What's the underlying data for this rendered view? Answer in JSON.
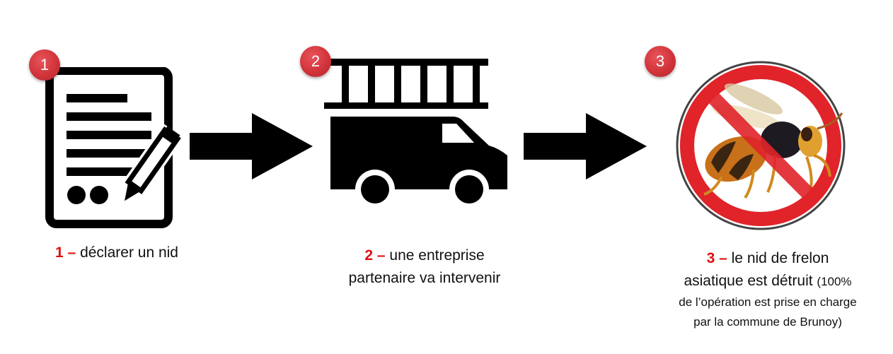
{
  "steps": [
    {
      "badge": "1",
      "num": "1 –",
      "text": "déclarer un nid",
      "icon": "document-pen-icon"
    },
    {
      "badge": "2",
      "num": "2 –",
      "text_line1": "une entreprise",
      "text_line2": "partenaire va intervenir",
      "icon": "ladder-truck-icon"
    },
    {
      "badge": "3",
      "num": "3 –",
      "text_line1": "le nid de frelon",
      "text_line2": "asiatique est détruit",
      "note_line1": "(100%",
      "note_line2": "de l’opération est prise en charge",
      "note_line3": "par la commune de Brunoy)",
      "icon": "no-hornet-icon"
    }
  ],
  "colors": {
    "badge": "#d1343a",
    "number_text": "#e01010",
    "no_sign": "#e0242a",
    "icon": "#000000"
  }
}
